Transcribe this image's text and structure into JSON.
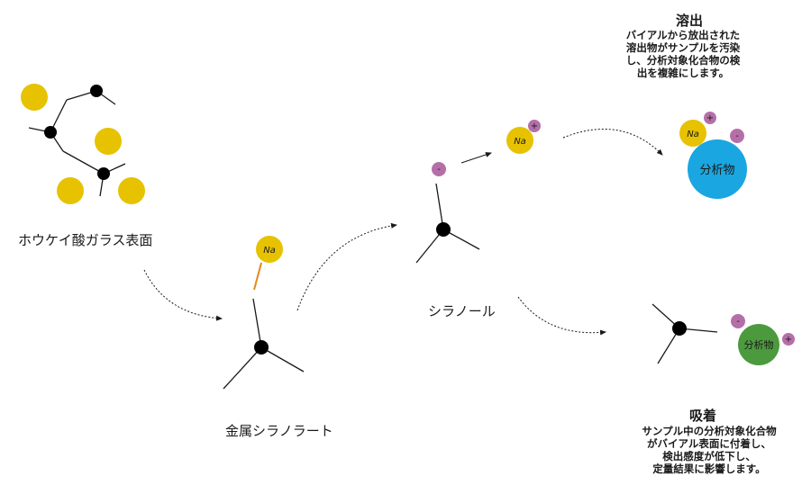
{
  "labels": {
    "borosilicate_surface": "ホウケイ酸ガラス表面",
    "metal_silanolate": "金属シラノラート",
    "silanol": "シラノール"
  },
  "leaching": {
    "title": "溶出",
    "description": "バイアルから放出された\n溶出物がサンプルを汚染\nし、分析対象化合物の検\n出を複雑にします。"
  },
  "adsorption": {
    "title": "吸着",
    "description": "サンプル中の分析対象化合物\nがバイアル表面に付着し、\n検出感度が低下し、\n定量結果に影響します。"
  },
  "particles": {
    "sodium": "Na",
    "analyte": "分析物",
    "plus": "+",
    "minus": "-"
  },
  "colors": {
    "sodium": "#e6c200",
    "charge": "#b56fa8",
    "analyte_leach": "#1aa6e0",
    "analyte_adsorb": "#4c9a3e",
    "bond": "#1a1a1a",
    "na_bond": "#e08a1a"
  }
}
